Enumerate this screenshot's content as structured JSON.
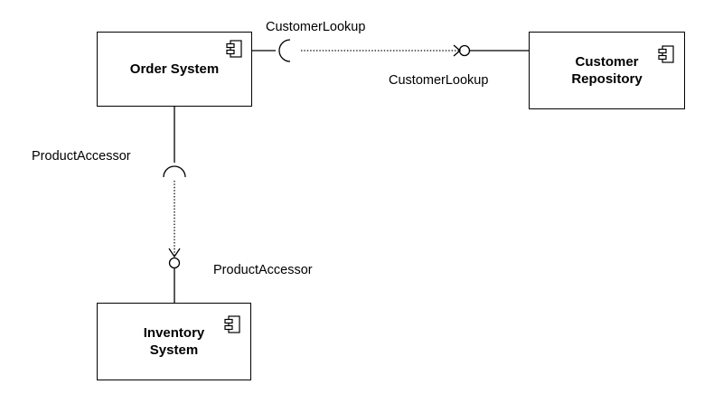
{
  "components": {
    "order_system": {
      "name": "Order System"
    },
    "customer_repository": {
      "name": "Customer\nRepository"
    },
    "inventory_system": {
      "name": "Inventory\nSystem"
    }
  },
  "interfaces": {
    "customer_lookup_required": "CustomerLookup",
    "customer_lookup_provided": "CustomerLookup",
    "product_accessor_required": "ProductAccessor",
    "product_accessor_provided": "ProductAccessor"
  },
  "icons": {
    "component": "uml-component-icon"
  },
  "colors": {
    "line": "#000000",
    "background": "#ffffff"
  }
}
